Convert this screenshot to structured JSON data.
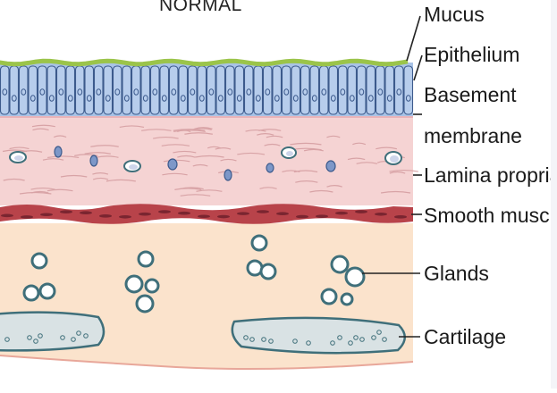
{
  "diagram": {
    "title": "NORMAL",
    "labels": {
      "mucus": "Mucus",
      "epithelium": "Epithelium",
      "basement_membrane_line1": "Basement",
      "basement_membrane_line2": "membrane",
      "lamina_propria": "Lamina propria",
      "smooth_muscle": "Smooth muscle",
      "glands": "Glands",
      "cartilage": "Cartilage"
    },
    "colors": {
      "mucus": "#9bc44a",
      "epithelium": "#a9c3e6",
      "epithelium_outline": "#3c5a8c",
      "lamina_propria": "#f5d3d3",
      "smooth_muscle": "#b8434a",
      "submucosa": "#fbe3cc",
      "cartilage": "#d9e2e4",
      "gland": "#3f6f7a"
    }
  }
}
